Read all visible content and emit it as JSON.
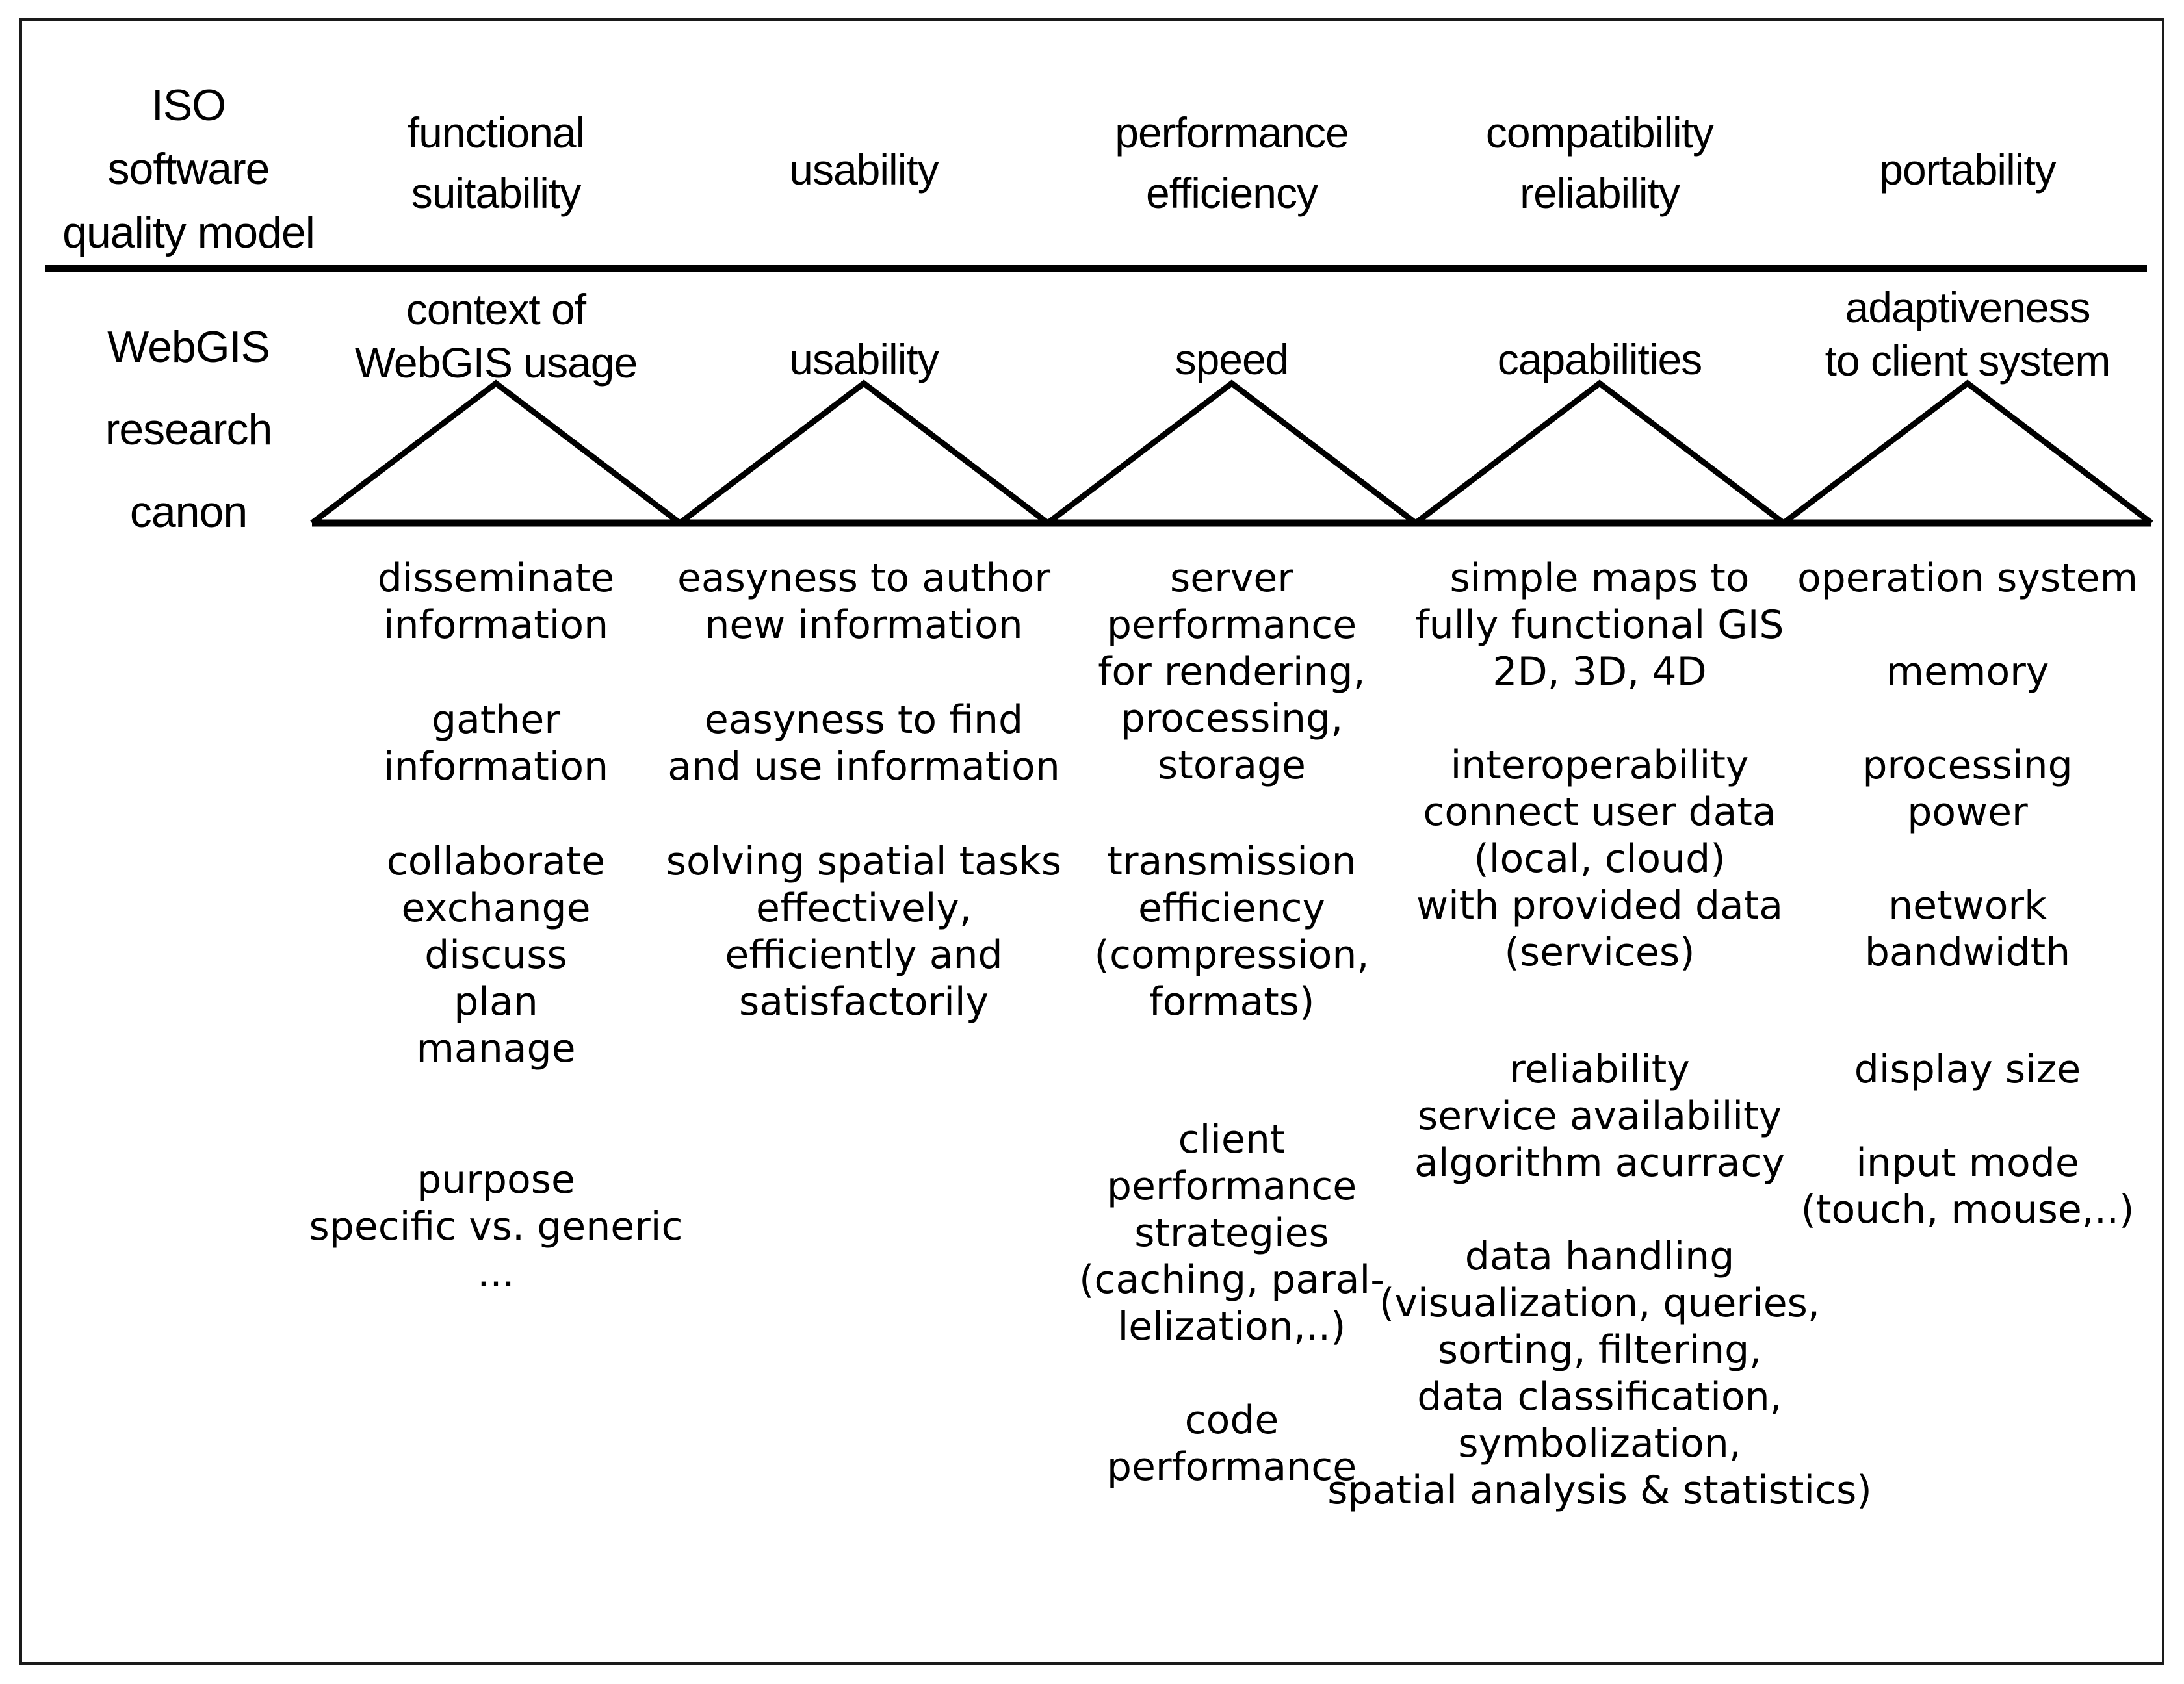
{
  "figure": {
    "colors": {
      "ink": "#000000",
      "background": "#ffffff"
    },
    "iso_row_label": "ISO\nsoftware\nquality model",
    "iso_columns": [
      "functional\nsuitability",
      "usability",
      "performance\nefficiency",
      "compatibility\nreliability",
      "portability"
    ],
    "canon_row_label": "WebGIS\nresearch\ncanon",
    "canon_categories": [
      "context of\nWebGIS usage",
      "usability",
      "speed",
      "capabilities",
      "adaptiveness\nto client system"
    ],
    "details": {
      "col1": {
        "groups": [
          "disseminate\ninformation",
          "gather\ninformation",
          "collaborate\nexchange\ndiscuss\nplan\nmanage",
          "purpose\nspecific vs. generic\n..."
        ]
      },
      "col2": {
        "groups": [
          "easyness to author\nnew information",
          "easyness to find\nand use information",
          "solving spatial tasks\neffectively,\nefficiently and\nsatisfactorily"
        ]
      },
      "col3": {
        "groups": [
          "server\nperformance\nfor rendering,\nprocessing,\nstorage",
          "transmission\nefficiency\n(compression,\nformats)",
          "client\nperformance\nstrategies\n(caching, paral-\nlelization,..)",
          "code\nperformance"
        ]
      },
      "col4": {
        "groups": [
          "simple maps to\nfully functional GIS\n2D, 3D, 4D",
          "interoperability\nconnect user data\n(local, cloud)\nwith provided data\n(services)",
          "reliability\nservice availability\nalgorithm acurracy",
          "data handling\n(visualization, queries,\nsorting, filtering,\ndata classification,\nsymbolization,\nspatial analysis & statistics)"
        ]
      },
      "col5": {
        "groups": [
          "operation system",
          "memory",
          "processing\npower",
          "network\nbandwidth",
          "display size",
          "input mode\n(touch, mouse,..)"
        ]
      }
    }
  }
}
